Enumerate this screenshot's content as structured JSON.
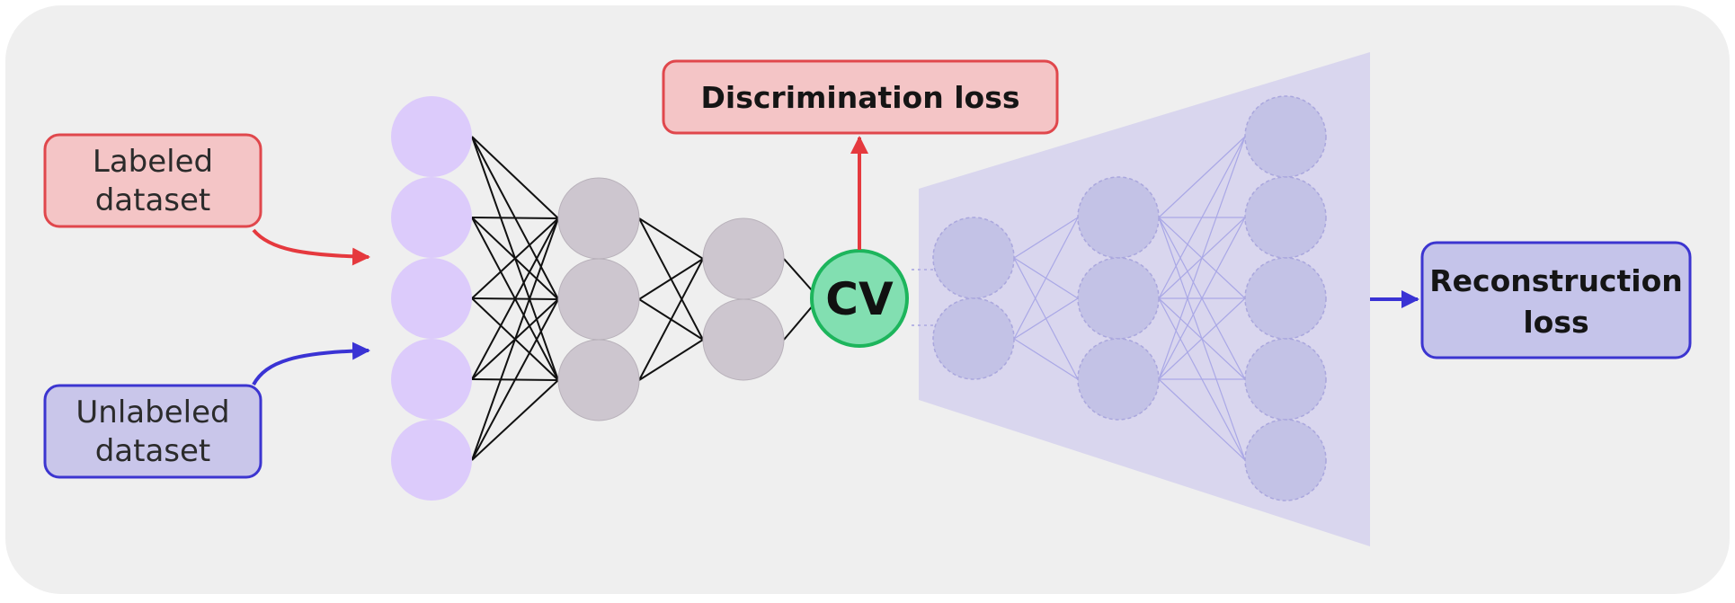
{
  "labels": {
    "labeled_line1": "Labeled",
    "labeled_line2": "dataset",
    "unlabeled_line1": "Unlabeled",
    "unlabeled_line2": "dataset",
    "discrimination": "Discrimination loss",
    "reconstruction_line1": "Reconstruction",
    "reconstruction_line2": "loss",
    "cv": "CV"
  },
  "colors": {
    "panel_bg": "#efefef",
    "labeled_fill": "#f4c5c6",
    "labeled_stroke": "#e0474c",
    "unlabeled_fill": "#c9c6ea",
    "unlabeled_stroke": "#3c35d0",
    "discrimination_fill": "#f4c5c6",
    "discrimination_stroke": "#e0474c",
    "reconstruction_fill": "#c5c4ea",
    "reconstruction_stroke": "#3c35d0",
    "input_node": "#dccbfb",
    "hidden_node": "#cdc6cf",
    "cv_fill": "#82dfb1",
    "cv_stroke": "#1db55c",
    "decoder_panel": "#d9d6ee",
    "decoder_node": "#c3c2e6",
    "red_arrow": "#e5393e",
    "blue_arrow": "#3a33d4"
  }
}
